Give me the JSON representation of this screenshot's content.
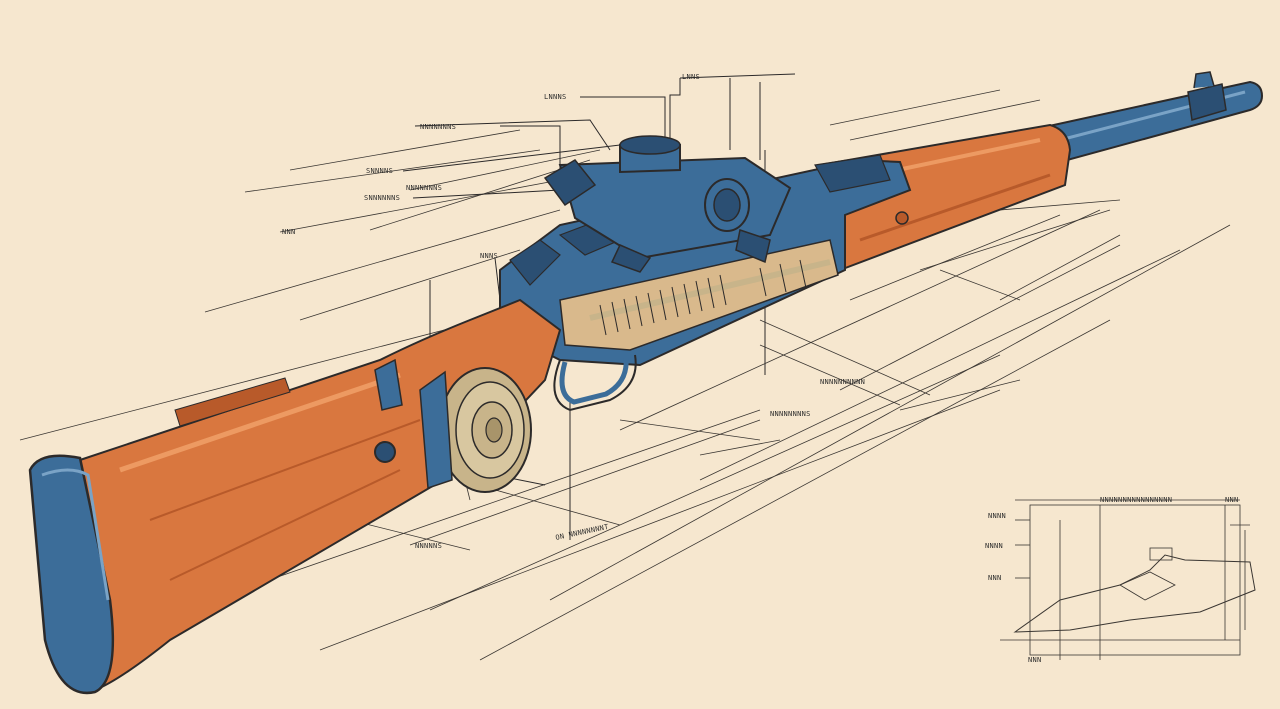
{
  "diagram": {
    "title": "",
    "colors": {
      "paper": "#f6e7cf",
      "wood": "#d9773f",
      "wood_dark": "#b85a2a",
      "steel": "#3c6d99",
      "steel_dark": "#2b4f73",
      "brass": "#c8b48a",
      "ink": "#2c2a2a"
    },
    "callouts": {
      "c1": "LNNS",
      "c2": "LNNNS",
      "c3": "NNNNNNNS",
      "c4": "SNNNNS",
      "c5": "SNNNNNNS",
      "c6": "NNNNNNNS",
      "c7": "NNNS",
      "c8": "NNN",
      "c9": "NNNNNNNNS",
      "c10": "NNNNNNNNNN",
      "c11": "NNNNNS",
      "c12": "ON NNNNNNNNT"
    },
    "inset": {
      "header": "NNNNNNNNNNNNNNNN",
      "labels": [
        "NNNN",
        "NNNN",
        "NNN",
        "NNN",
        "NNN"
      ]
    }
  }
}
